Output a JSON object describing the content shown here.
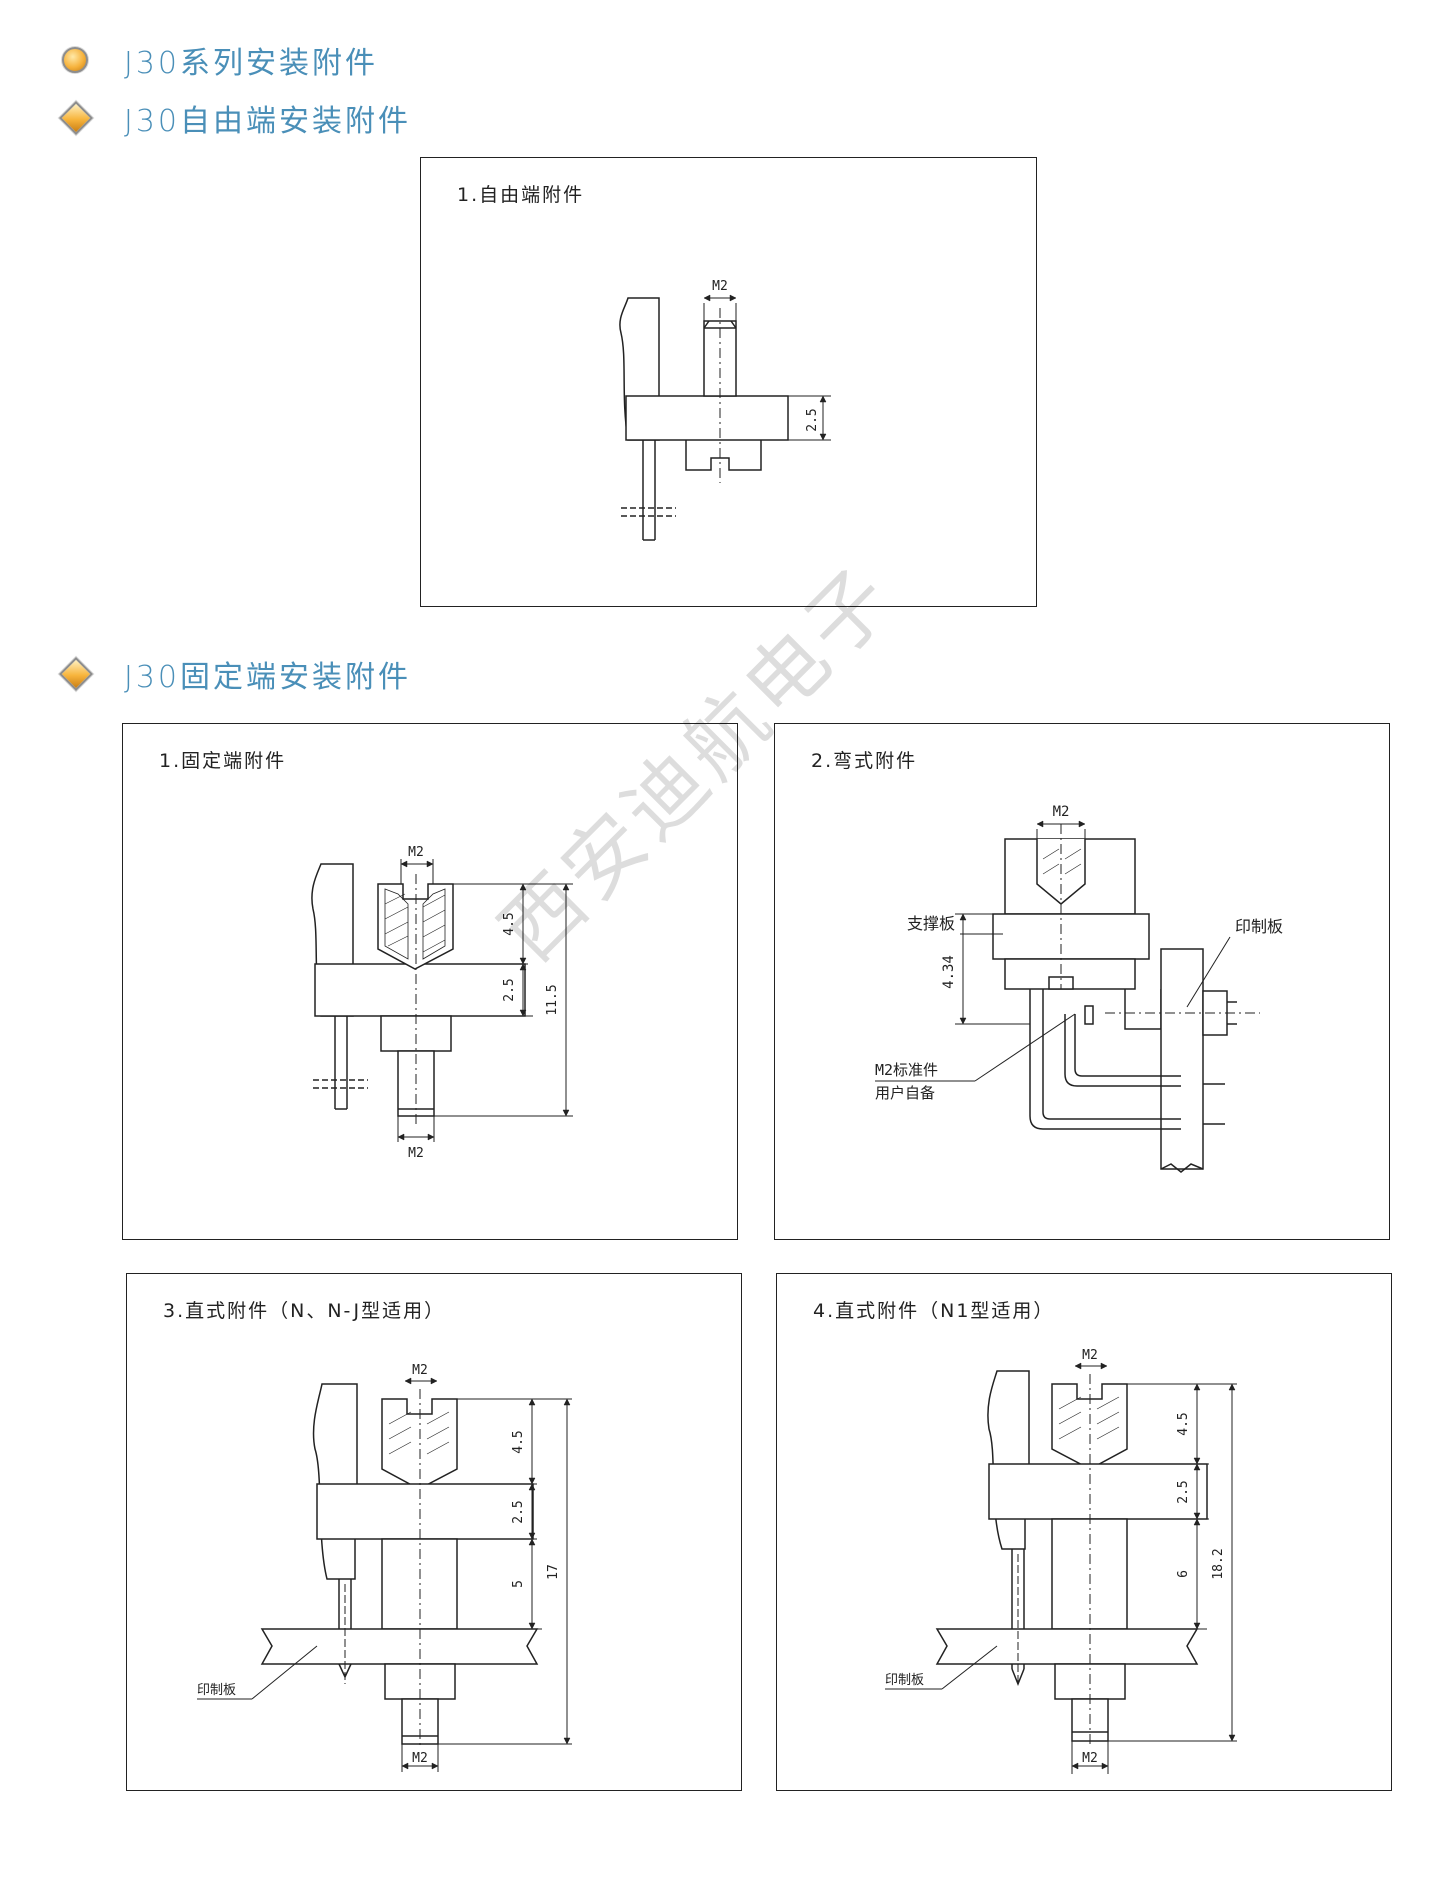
{
  "headings": {
    "series": "J30系列安装附件",
    "free_end": "J30自由端安装附件",
    "fixed_end": "J30固定端安装附件"
  },
  "panels": {
    "free": {
      "title": "1.自由端附件"
    },
    "fixed": {
      "title": "1.固定端附件"
    },
    "bent": {
      "title": "2.弯式附件"
    },
    "straight_n": {
      "title": "3.直式附件（N、N-J型适用）"
    },
    "straight_n1": {
      "title": "4.直式附件（N1型适用）"
    }
  },
  "labels": {
    "m2": "M2",
    "d25": "2.5",
    "d45": "4.5",
    "d115": "11.5",
    "d434": "4.34",
    "d5": "5",
    "d17": "17",
    "d6": "6",
    "d182": "18.2",
    "support_plate": "支撑板",
    "pcb": "印制板",
    "m2_standard": "M2标准件",
    "user_supplied": "用户自备"
  },
  "watermark": "西安迪航电子",
  "colors": {
    "heading_text": "#4a8fb8",
    "line": "#222222"
  }
}
